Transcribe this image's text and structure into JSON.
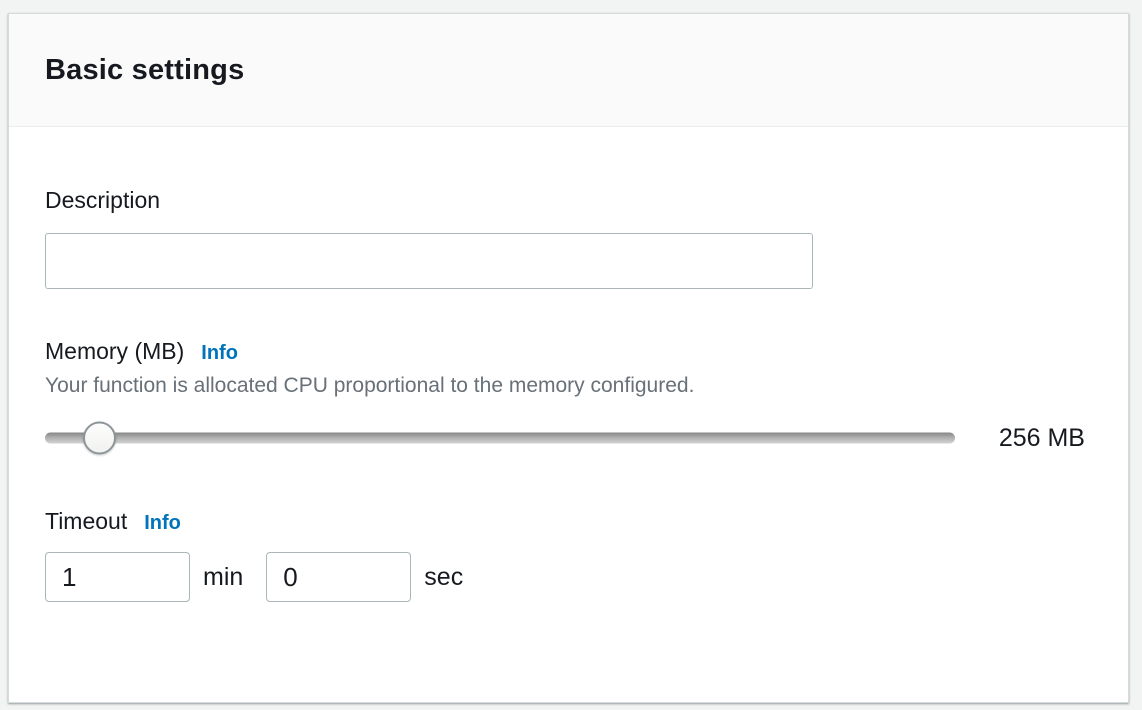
{
  "header": {
    "title": "Basic settings"
  },
  "description": {
    "label": "Description",
    "value": ""
  },
  "memory": {
    "label": "Memory (MB)",
    "info_label": "Info",
    "helper": "Your function is allocated CPU proportional to the memory configured.",
    "value_display": "256 MB"
  },
  "timeout": {
    "label": "Timeout",
    "info_label": "Info",
    "minutes": {
      "value": "1",
      "unit": "min"
    },
    "seconds": {
      "value": "0",
      "unit": "sec"
    }
  },
  "colors": {
    "page_background": "#f2f3f3",
    "card_background": "#ffffff",
    "header_background": "#fafafa",
    "divider": "#eaeded",
    "link_blue": "#0073bb",
    "text_primary": "#16191f",
    "text_secondary": "#687078",
    "input_border": "#aab7b8"
  }
}
